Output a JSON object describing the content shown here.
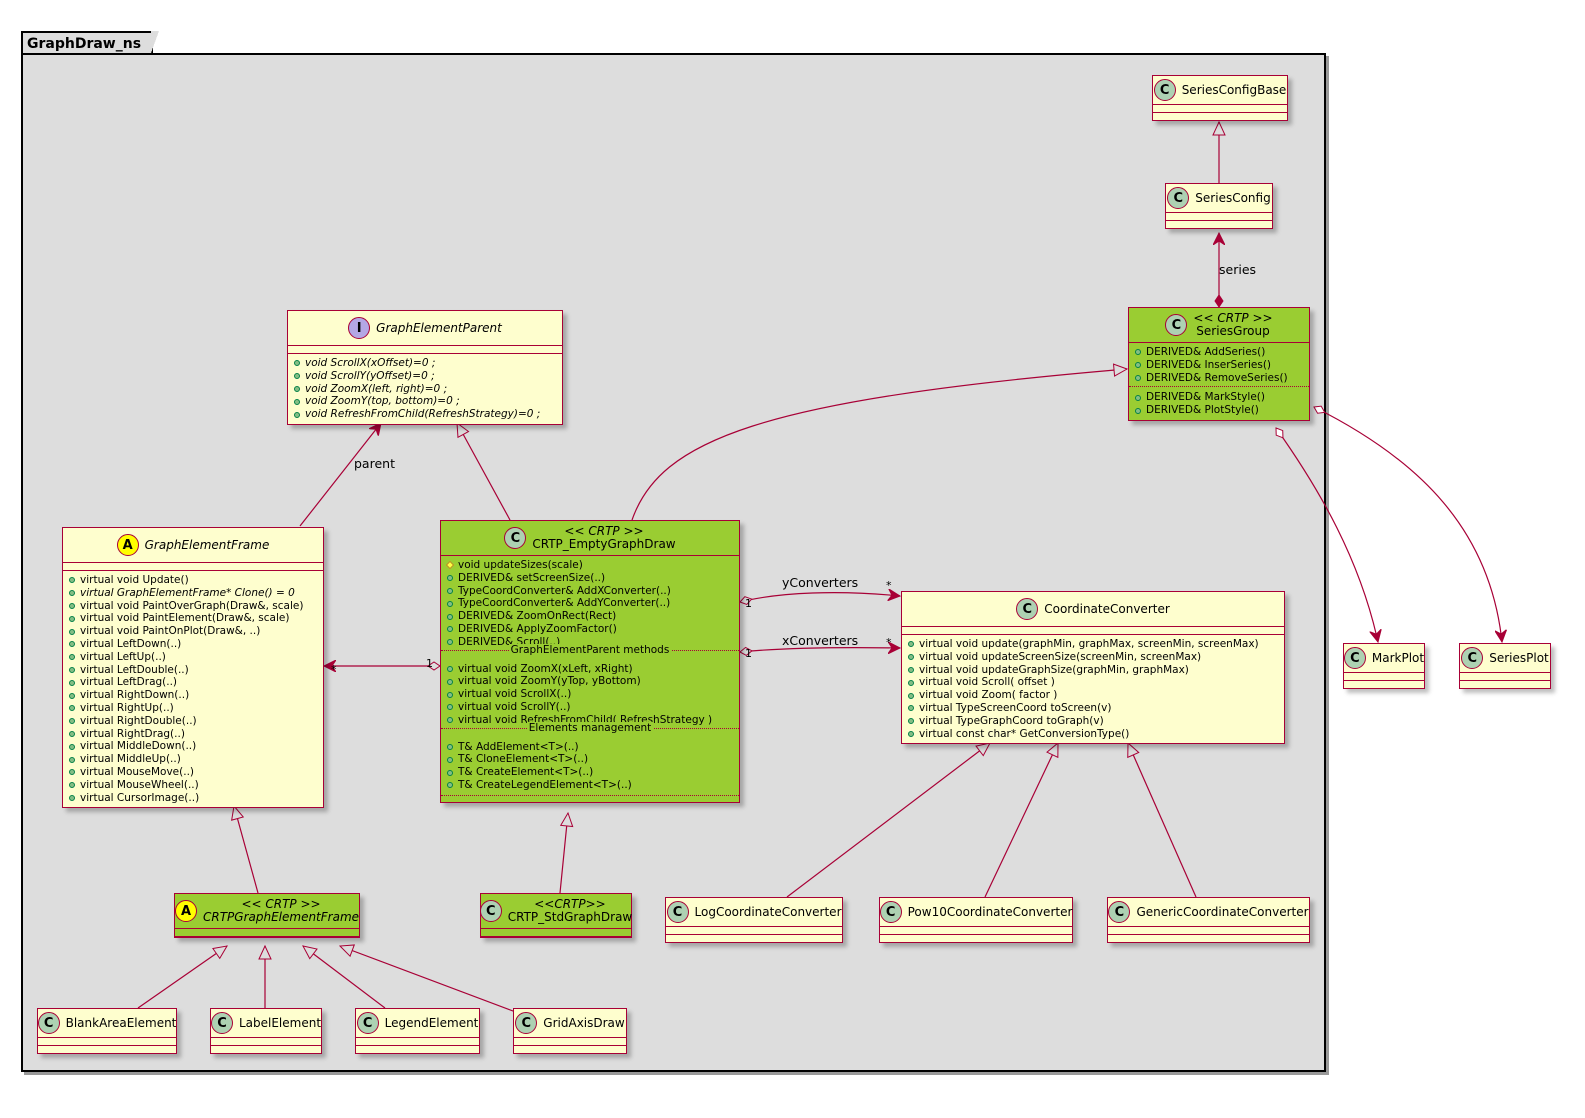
{
  "package": {
    "name": "GraphDraw_ns"
  },
  "colors": {
    "border": "#a80036",
    "class_bg": "#fefece",
    "highlight_bg": "#9acd32",
    "package_bg": "#dddddd"
  },
  "classes": {
    "graph_element_parent": {
      "kind": "interface",
      "badge": "I",
      "name": "GraphElementParent",
      "stereotype": null,
      "methods": [
        "void ScrollX(xOffset)=0 ;",
        "void ScrollY(yOffset)=0 ;",
        "void ZoomX(left, right)=0 ;",
        "void ZoomY(top, bottom)=0 ;",
        "void RefreshFromChild(RefreshStrategy)=0 ;"
      ]
    },
    "graph_element_frame": {
      "kind": "abstract",
      "badge": "A",
      "name": "GraphElementFrame",
      "methods": [
        "virtual void Update()",
        "virtual GraphElementFrame* Clone() = 0",
        "virtual void PaintOverGraph(Draw&, scale)",
        "virtual void PaintElement(Draw&, scale)",
        "virtual void PaintOnPlot(Draw&, ..)",
        "virtual LeftDown(..)",
        "virtual LeftUp(..)",
        "virtual LeftDouble(..)",
        "virtual LeftDrag(..)",
        "virtual RightDown(..)",
        "virtual RightUp(..)",
        "virtual RightDouble(..)",
        "virtual RightDrag(..)",
        "virtual MiddleDown(..)",
        "virtual MiddleUp(..)",
        "virtual MouseMove(..)",
        "virtual MouseWheel(..)",
        "virtual CursorImage(..)"
      ]
    },
    "crtp_empty_graph_draw": {
      "kind": "class",
      "badge": "C",
      "name": "CRTP_EmptyGraphDraw",
      "stereotype": "<< CRTP >>",
      "methods": [
        "void updateSizes(scale)",
        "DERIVED& setScreenSize(..)",
        "TypeCoordConverter& AddXConverter(..)",
        "TypeCoordConverter& AddYConverter(..)",
        "DERIVED& ZoomOnRect(Rect)",
        "DERIVED& ApplyZoomFactor()",
        "DERIVED& Scroll(..)"
      ],
      "section1_title": "GraphElementParent methods",
      "section1": [
        "virtual void ZoomX(xLeft, xRight)",
        "virtual void ZoomY(yTop, yBottom)",
        "virtual void ScrollX(..)",
        "virtual void ScrollY(..)",
        "virtual void RefreshFromChild( RefreshStrategy )"
      ],
      "section2_title": "Elements management",
      "section2": [
        "T& AddElement<T>(..)",
        "T& CloneElement<T>(..)",
        "T& CreateElement<T>(..)",
        "T& CreateLegendElement<T>(..)"
      ]
    },
    "coordinate_converter": {
      "kind": "class",
      "badge": "C",
      "name": "CoordinateConverter",
      "methods": [
        "virtual void update(graphMin, graphMax, screenMin, screenMax)",
        "virtual void updateScreenSize(screenMin, screenMax)",
        "virtual void updateGraphSize(graphMin, graphMax)",
        "virtual void Scroll( offset )",
        "virtual void Zoom( factor )",
        "virtual TypeScreenCoord toScreen(v)",
        "virtual TypeGraphCoord  toGraph(v)",
        "virtual const char* GetConversionType()"
      ]
    },
    "series_group": {
      "kind": "class",
      "badge": "C",
      "name": "SeriesGroup",
      "stereotype": "<< CRTP >>",
      "methods": [
        "DERIVED& AddSeries()",
        "DERIVED& InserSeries()",
        "DERIVED& RemoveSeries()"
      ],
      "methods2": [
        "DERIVED& MarkStyle()",
        "DERIVED& PlotStyle()"
      ]
    },
    "series_config_base": {
      "badge": "C",
      "name": "SeriesConfigBase"
    },
    "series_config": {
      "badge": "C",
      "name": "SeriesConfig"
    },
    "crtp_graph_element_frame": {
      "badge": "A",
      "name": "CRTPGraphElementFrame",
      "stereotype": "<< CRTP >>"
    },
    "crtp_std_graph_draw": {
      "badge": "C",
      "name": "CRTP_StdGraphDraw",
      "stereotype": "<<CRTP>>"
    },
    "blank_area_element": {
      "badge": "C",
      "name": "BlankAreaElement"
    },
    "label_element": {
      "badge": "C",
      "name": "LabelElement"
    },
    "legend_element": {
      "badge": "C",
      "name": "LegendElement"
    },
    "grid_axis_draw": {
      "badge": "C",
      "name": "GridAxisDraw"
    },
    "log_coordinate_converter": {
      "badge": "C",
      "name": "LogCoordinateConverter"
    },
    "pow10_coordinate_converter": {
      "badge": "C",
      "name": "Pow10CoordinateConverter"
    },
    "generic_coordinate_converter": {
      "badge": "C",
      "name": "GenericCoordinateConverter"
    },
    "mark_plot": {
      "badge": "C",
      "name": "MarkPlot"
    },
    "series_plot": {
      "badge": "C",
      "name": "SeriesPlot"
    }
  },
  "relations": {
    "parent_label": "parent",
    "series_label": "series",
    "y_converters_label": "yConverters",
    "x_converters_label": "xConverters",
    "mult_one": "1",
    "mult_many": "*"
  }
}
